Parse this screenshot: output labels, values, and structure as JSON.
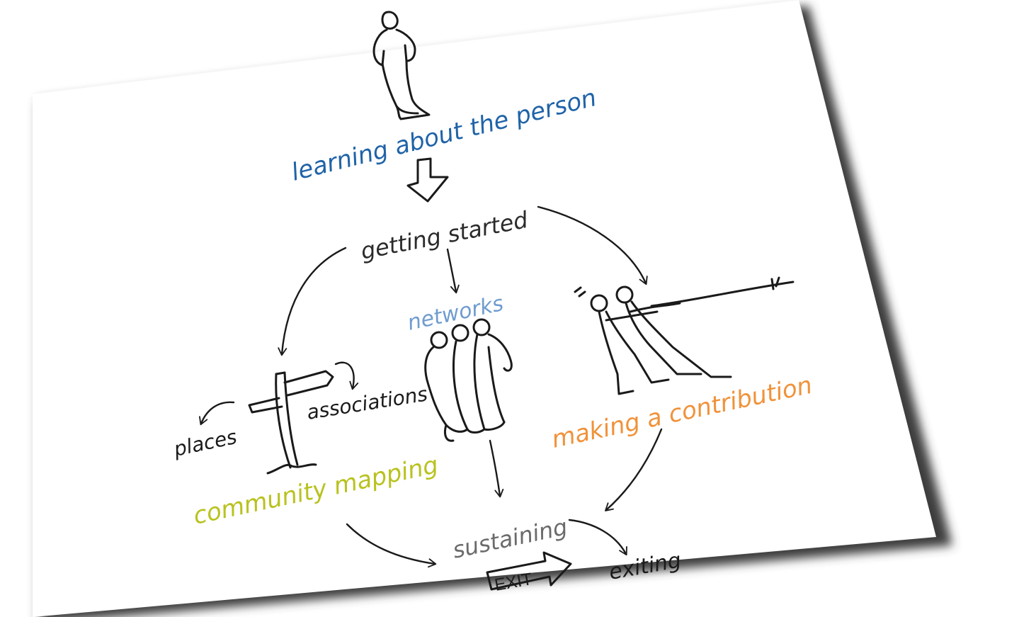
{
  "diagram": {
    "labels": {
      "learning": "learning about the person",
      "getting_started": "getting started",
      "networks": "networks",
      "associations": "associations",
      "places": "places",
      "community_mapping": "community mapping",
      "making_contribution": "making a contribution",
      "sustaining": "sustaining",
      "exit_sign": "EXIT",
      "exiting": "exiting"
    },
    "colors": {
      "learning": "#1f63a8",
      "networks": "#6f9ccf",
      "community_mapping": "#b9c21f",
      "making_contribution": "#f0923a",
      "default_text": "#2b2b2b",
      "sustaining": "#6b6b6b",
      "ink": "#1a1a1a",
      "card_shadow": "#3d3d3d"
    },
    "icons": {
      "person": "standing-person-icon",
      "group": "group-of-three-people-icon",
      "signpost": "signpost-icon",
      "tug": "tug-of-war-icon",
      "exit": "exit-arrow-sign-icon"
    }
  }
}
